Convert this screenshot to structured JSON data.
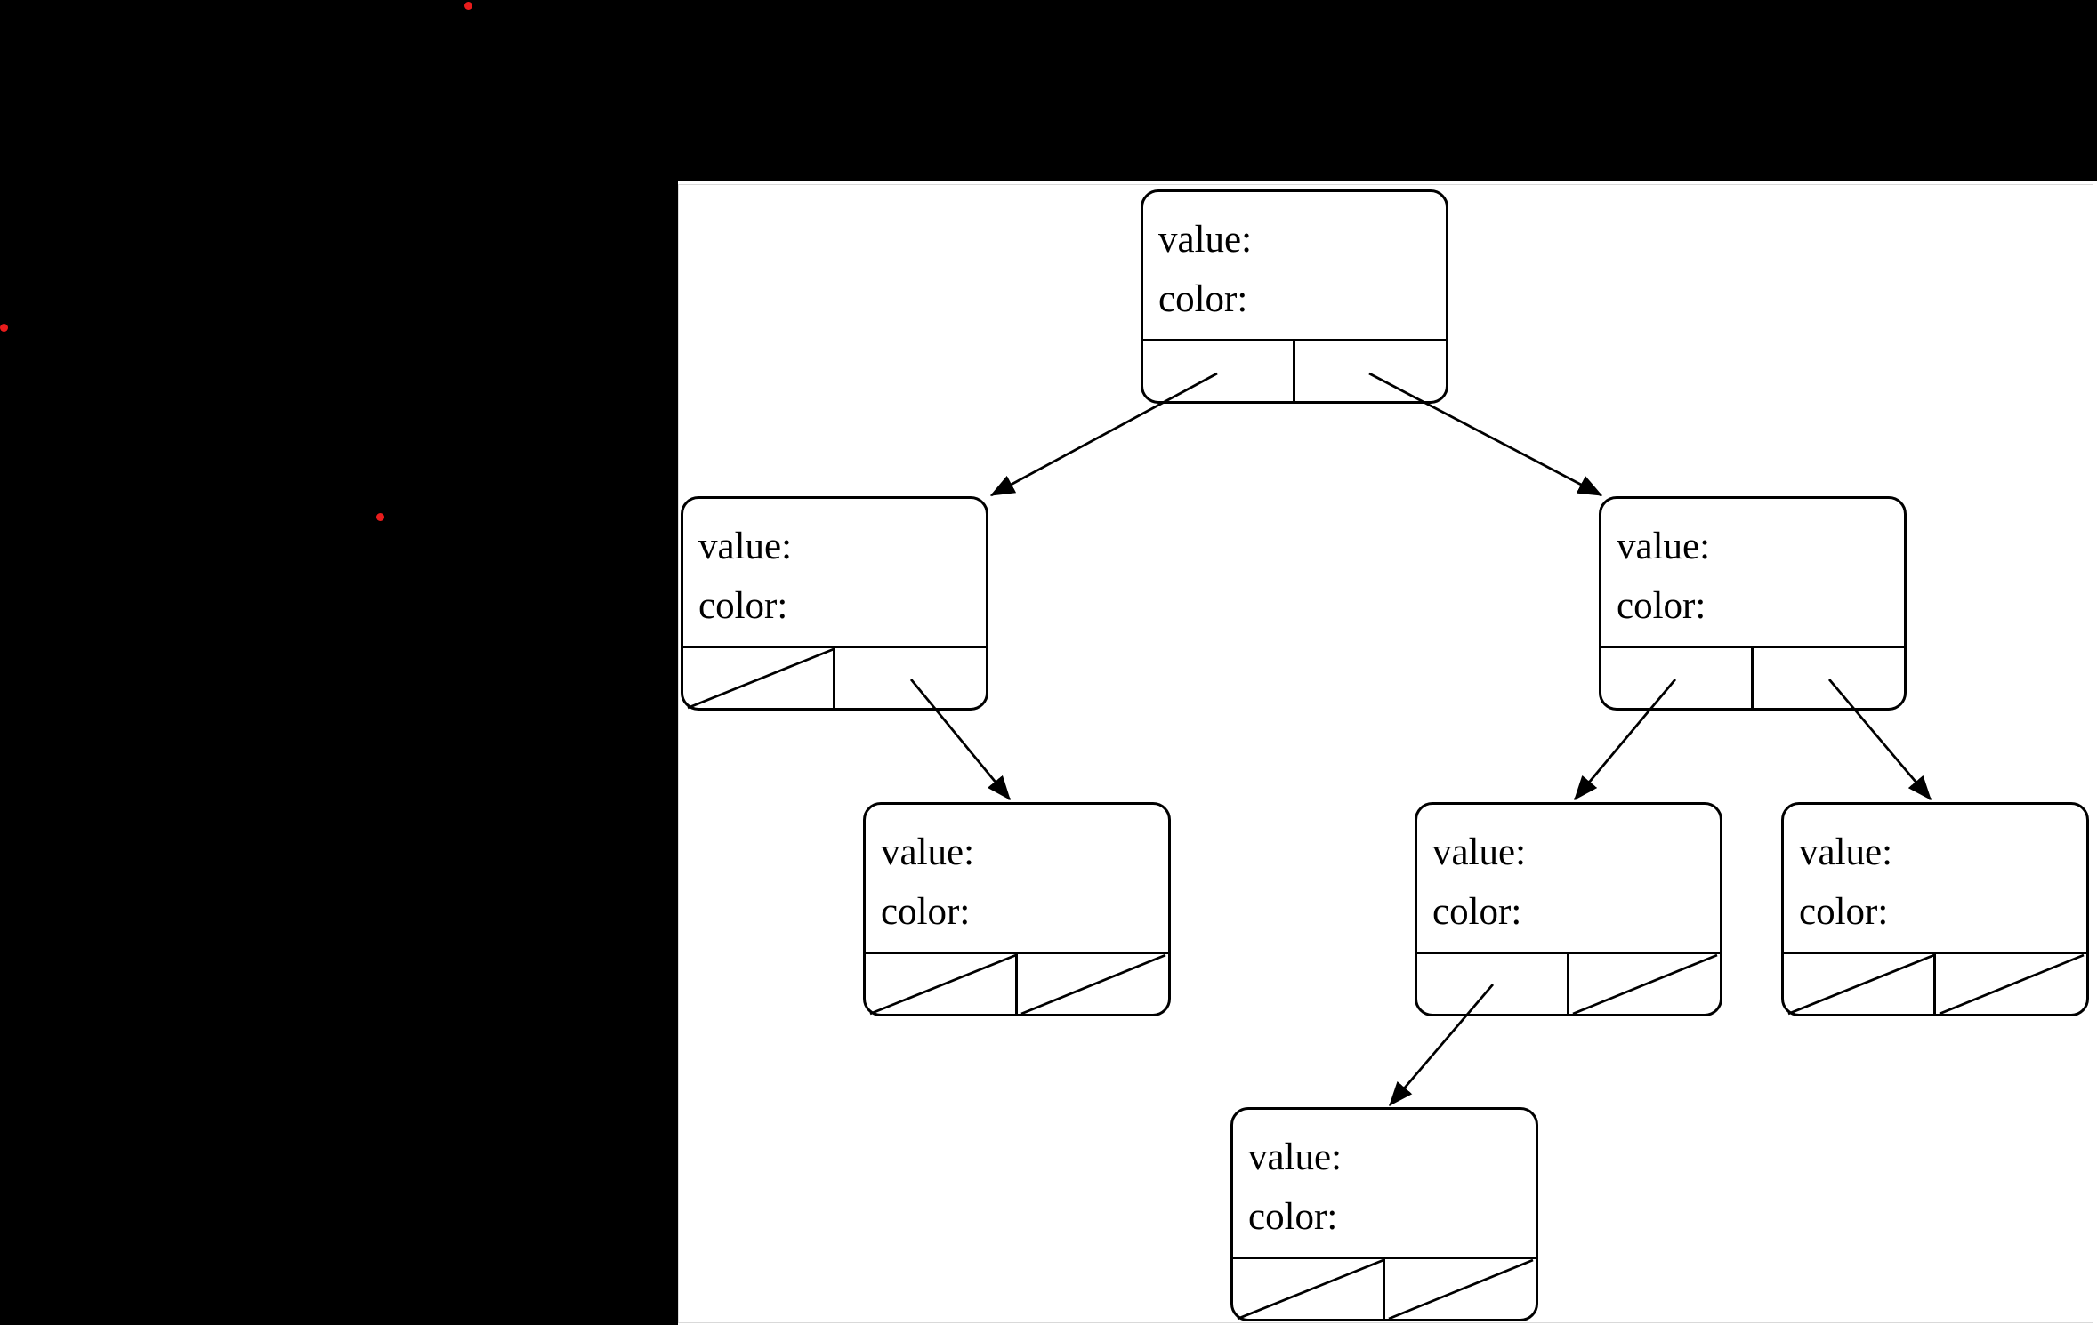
{
  "colors": {
    "background": "#000000",
    "canvas": "#ffffff",
    "canvas_border": "#d9d9d9",
    "line": "#000000",
    "marker_dot": "#e81c1c"
  },
  "diagram": {
    "type": "binary-tree",
    "node_fields": {
      "value_label": "value:",
      "color_label": "color:"
    },
    "nodes": [
      {
        "id": "root",
        "left": "left-child",
        "right": "right-child"
      },
      {
        "id": "left-child",
        "left": null,
        "right": "left-right-child"
      },
      {
        "id": "right-child",
        "left": "right-left-child",
        "right": "right-right-child"
      },
      {
        "id": "left-right-child",
        "left": null,
        "right": null
      },
      {
        "id": "right-left-child",
        "left": "right-left-left-child",
        "right": null
      },
      {
        "id": "right-right-child",
        "left": null,
        "right": null
      },
      {
        "id": "right-left-left-child",
        "left": null,
        "right": null
      }
    ],
    "null_pointer_style": "diagonal-slash",
    "child_pointer_style": "arrow"
  },
  "decorations": {
    "red_dot_count": 3
  }
}
